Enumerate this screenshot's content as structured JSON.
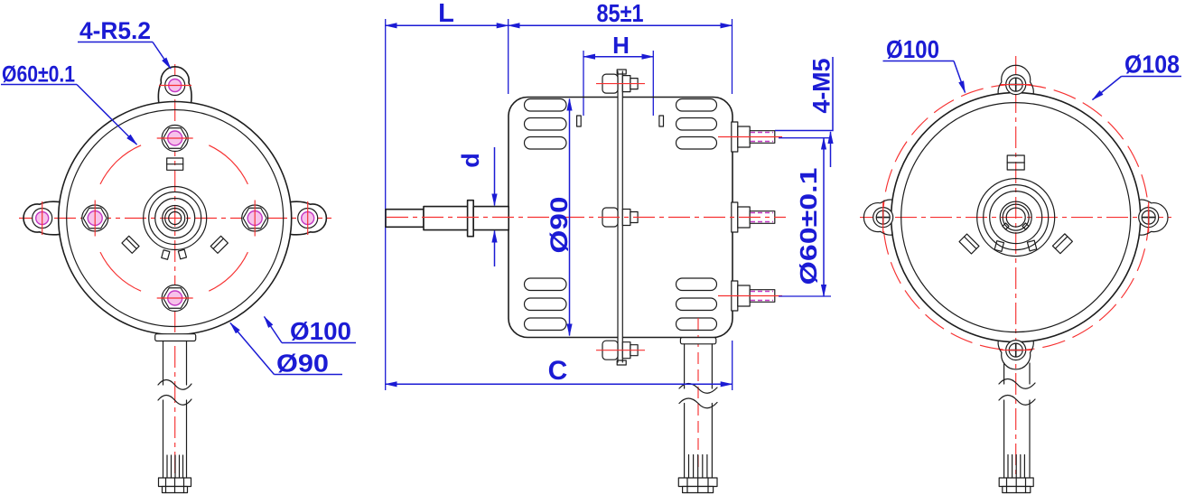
{
  "drawing": {
    "title": "Motor three-view engineering drawing",
    "colors": {
      "dimension_blue": "#1b1bd4",
      "centerline_red": "#f63030",
      "outline_black": "#1d1d1d",
      "thread_magenta": "#c439c4",
      "thread_fill_pink": "#f7c2ea",
      "background": "#ffffff"
    },
    "labels": {
      "front": {
        "lug_holes": "4-R5.2",
        "bolt_circle": "Ø60±0.1",
        "outer_dia": "Ø100",
        "inner_dia": "Ø90"
      },
      "side": {
        "shaft_length": "L",
        "body_length": "85±1",
        "bracket_span": "H",
        "shaft_dia": "d",
        "body_dia": "Ø90",
        "studs": "4-M5",
        "stud_circle": "Ø60±0.1",
        "overall_length": "C"
      },
      "rear": {
        "outer_dia": "Ø100",
        "flange_dia": "Ø108"
      }
    }
  }
}
